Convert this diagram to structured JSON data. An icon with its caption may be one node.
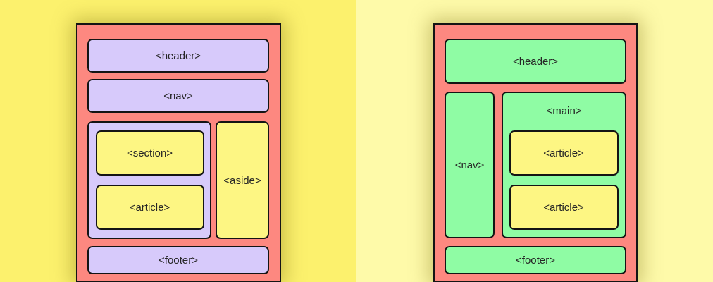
{
  "diagram": {
    "nodes": [
      {
        "text": [],
        "shape": "box"
      },
      {
        "text": [
          "<header>"
        ],
        "in": 0
      },
      {
        "text": [
          "<nav>"
        ],
        "in": 0
      },
      {
        "text": [],
        "shape": "box",
        "in": 0
      },
      {
        "text": [
          "<section>"
        ],
        "in": 3
      },
      {
        "text": [
          "<article>"
        ],
        "in": 3
      },
      {
        "text": [
          "<aside>"
        ],
        "in": 0
      },
      {
        "text": [
          "<footer>"
        ],
        "in": 0
      },
      {
        "text": [],
        "shape": "box"
      },
      {
        "text": [
          "<header>"
        ],
        "in": 8
      },
      {
        "text": [
          "<nav>"
        ],
        "in": 8
      },
      {
        "text": [
          "<main>"
        ],
        "in": 8
      },
      {
        "text": [
          "<article>"
        ],
        "in": 11
      },
      {
        "text": [
          "<article>"
        ],
        "in": 11
      },
      {
        "text": [
          "<footer>"
        ],
        "in": 8
      }
    ]
  }
}
